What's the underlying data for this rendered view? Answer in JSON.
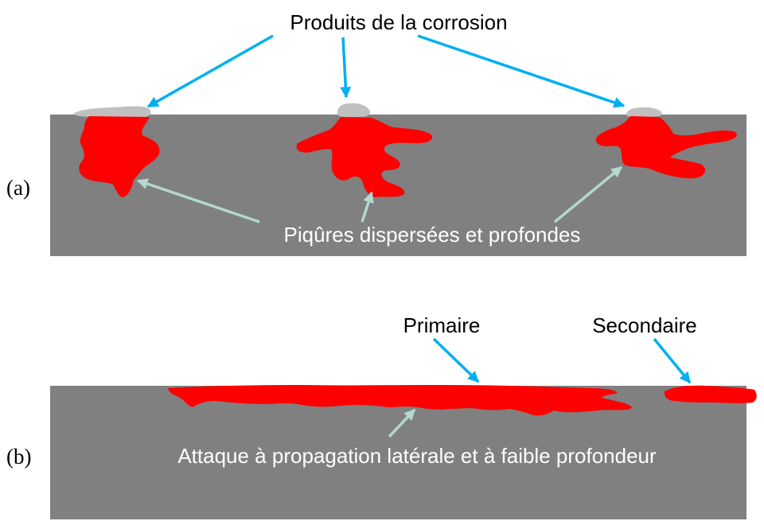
{
  "panel_a": {
    "label": "(a)",
    "corrosion_products_label": "Produits de la corrosion",
    "pits_label": "Piqûres dispersées et profondes"
  },
  "panel_b": {
    "label": "(b)",
    "primary_label": "Primaire",
    "secondary_label": "Secondaire",
    "attack_label": "Attaque à propagation latérale et à faible profondeur"
  },
  "colors": {
    "metal": "#808080",
    "corrosion": "#ff0000",
    "product": "#c0c0c0",
    "arrow_blue": "#00b0f0",
    "arrow_pale": "#b4d7cf"
  }
}
